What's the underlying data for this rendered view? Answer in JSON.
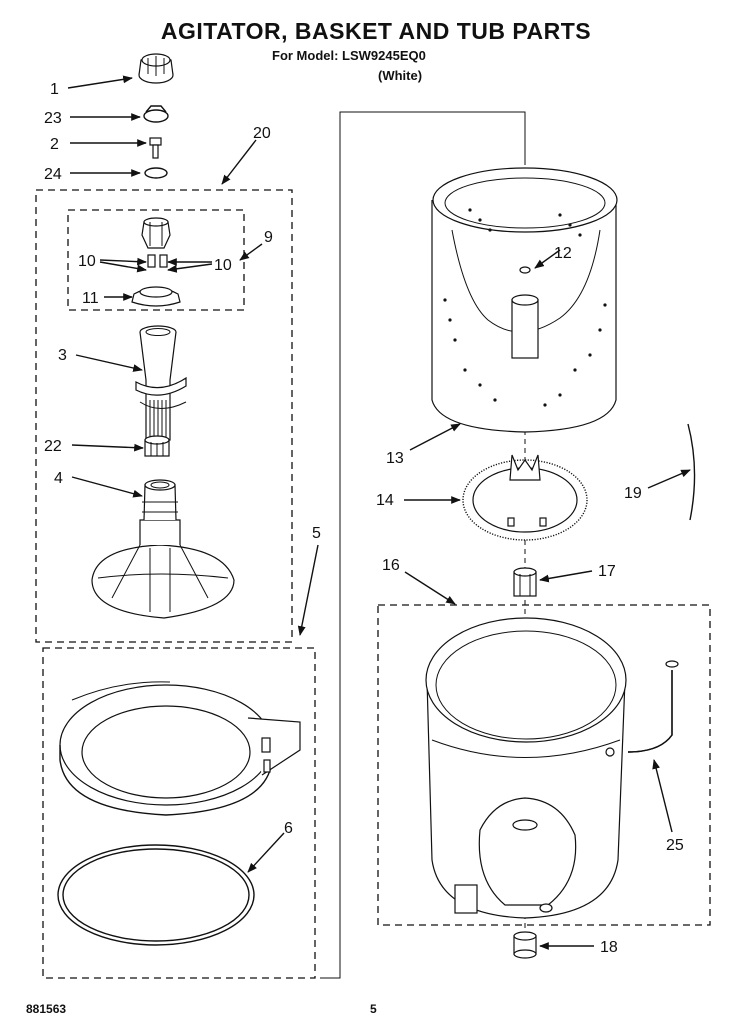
{
  "title": "AGITATOR, BASKET AND TUB PARTS",
  "model_line": "For Model:  LSW9245EQ0",
  "color_line": "(White)",
  "footer": {
    "doc_number": "881563",
    "page_number": "5"
  },
  "callouts": {
    "c1": "1",
    "c23": "23",
    "c2": "2",
    "c24": "24",
    "c20": "20",
    "c9": "9",
    "c10a": "10",
    "c10b": "10",
    "c11": "11",
    "c3": "3",
    "c22": "22",
    "c4": "4",
    "c5": "5",
    "c6": "6",
    "c12": "12",
    "c13": "13",
    "c14": "14",
    "c19": "19",
    "c16": "16",
    "c17": "17",
    "c25": "25",
    "c18": "18"
  }
}
